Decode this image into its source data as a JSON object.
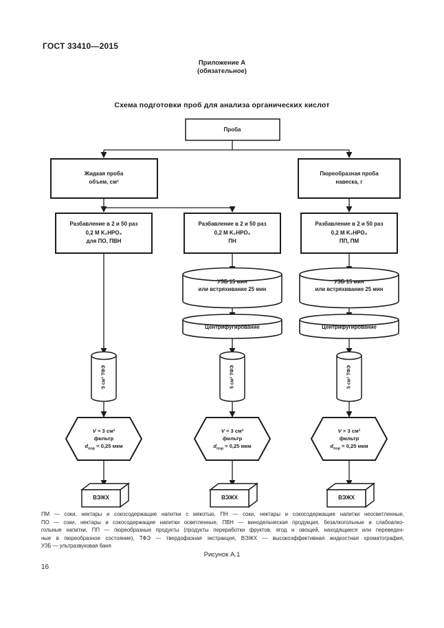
{
  "page": {
    "doc_code": "ГОСТ 33410—2015",
    "appendix": "Приложение А",
    "appendix_note": "(обязательное)",
    "title": "Схема подготовки проб для анализа органических кислот",
    "figure_caption": "Рисунок А.1",
    "page_number": "16"
  },
  "flowchart": {
    "proba": "Проба",
    "liquid": {
      "line1": "Жидкая проба",
      "line2": "объем, см³"
    },
    "puree": {
      "line1": "Пюреобразная проба",
      "line2": "навеска, г"
    },
    "dilution_left": {
      "line1": "Разбавление в 2 и 50 раз",
      "line2": "0,2 М K₂HPO₄",
      "line3": "для ПО, ПВН"
    },
    "dilution_mid": {
      "line1": "Разбавление в 2 и 50 раз",
      "line2": "0,2 М K₂HPO₄",
      "line3": "ПН"
    },
    "dilution_right": {
      "line1": "Разбавление в 2 и 50 раз",
      "line2": "0,2 М K₂HPO₄",
      "line3": "ПП, ПМ"
    },
    "ultrasonic": {
      "line1": "УЗБ 15 мин",
      "line2": "или встряхивание 25 мин"
    },
    "centrifuge": "Центрифугирование",
    "spe": "5 см³ ТФЭ",
    "filter": {
      "v": "V",
      "v_rest": " = 3 см³",
      "line2": "фильтр",
      "d": "d",
      "d_sub": "пор",
      "d_rest": " = 0,25 мкм"
    },
    "hplc": "ВЭЖХ"
  },
  "legend": {
    "line1": "ПМ — соки, нектары и сокосодержащие напитки с мякотью, ПН — соки, нектары и сокосодержащие напитки неосветленные,",
    "line2": "ПО — соки, нектары и сокосодержащие напитки осветленные, ПВН — винодельческая продукция, безалкогольные и слабоалко-",
    "line3": "гольные напитки, ПП — пюреобразные продукты (продукты переработки фруктов, ягод и овощей, находящиеся или переведен-",
    "line4": "ные в пюреобразное состояние), ТФЭ — твердофазная экстракция, ВЭЖХ — высокоэффективная жидкостная хроматография,",
    "line5": "УЗБ — ультразвуковая баня"
  }
}
